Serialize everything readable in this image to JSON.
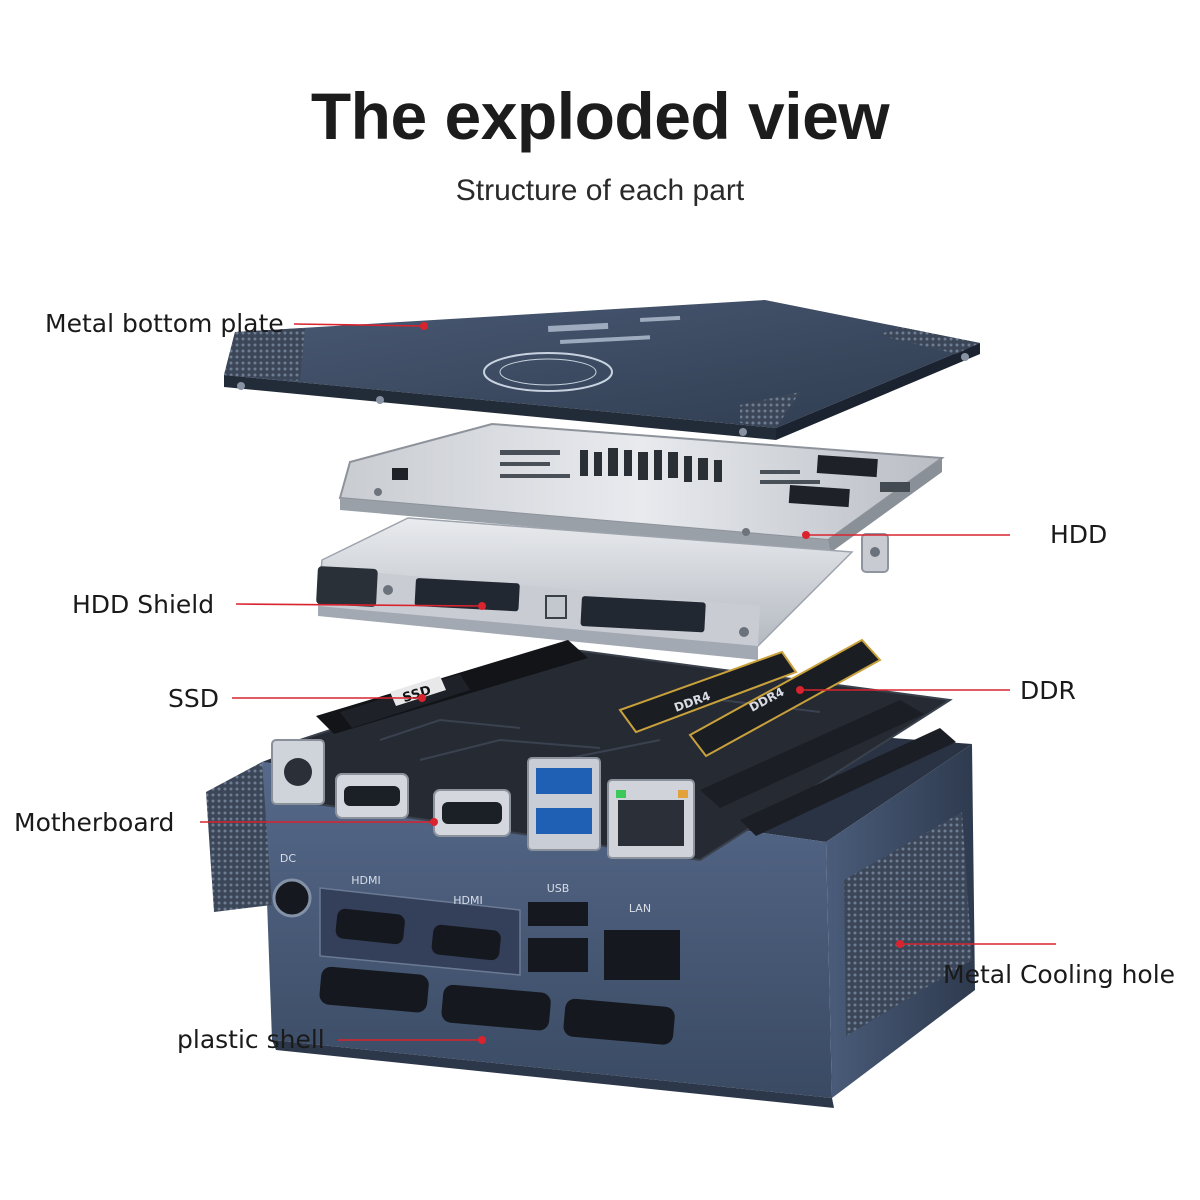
{
  "title": "The exploded view",
  "subtitle": "Structure of each part",
  "labels": {
    "metal_bottom_plate": "Metal bottom plate",
    "hdd": "HDD",
    "hdd_shield": "HDD Shield",
    "ssd": "SSD",
    "ddr": "DDR",
    "motherboard": "Motherboard",
    "metal_cooling_hole": "Metal Cooling hole",
    "plastic_shell": "plastic shell"
  },
  "component_text": {
    "ssd_chip": "SSD",
    "ddr_1": "DDR4",
    "ddr_2": "DDR4",
    "port_dc": "DC",
    "port_hdmi_1": "HDMI",
    "port_hdmi_2": "HDMI",
    "port_usb": "USB",
    "port_lan": "LAN"
  },
  "colors": {
    "callout_line": "#d9232e",
    "plate_dark": "#3e4e66",
    "shell_steel": "#4b5f7e",
    "pcb": "#262b33"
  }
}
